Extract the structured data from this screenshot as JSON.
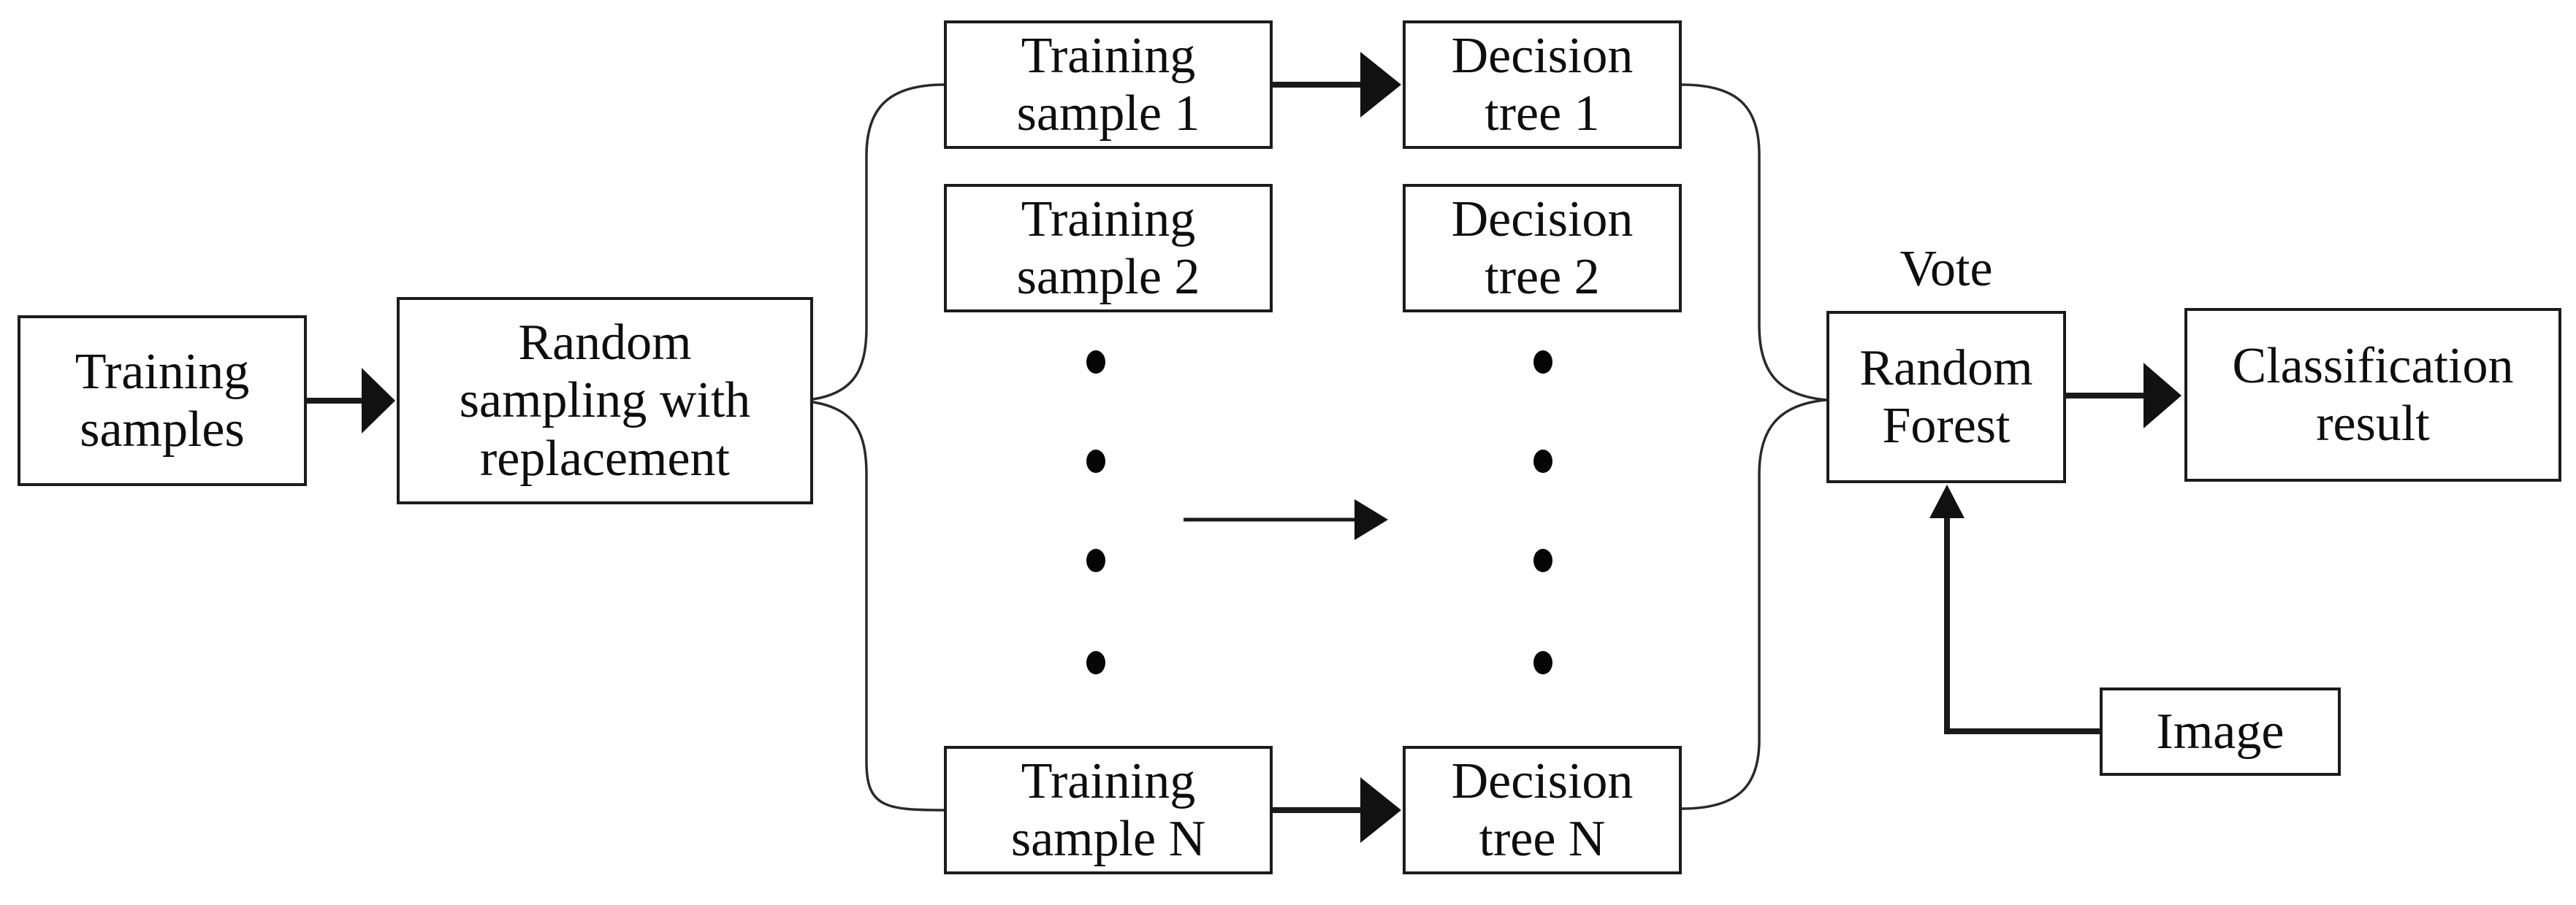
{
  "diagram": {
    "nodes": {
      "training_samples": "Training\nsamples",
      "random_sampling": "Random\nsampling with\nreplacement",
      "training_sample_1": "Training\nsample 1",
      "training_sample_2": "Training\nsample 2",
      "training_sample_n": "Training\nsample N",
      "decision_tree_1": "Decision\ntree 1",
      "decision_tree_2": "Decision\ntree 2",
      "decision_tree_n": "Decision\ntree N",
      "random_forest": "Random\nForest",
      "classification_result": "Classification\nresult",
      "image": "Image"
    },
    "labels": {
      "vote": "Vote"
    },
    "colors": {
      "ink": "#1a1a1a",
      "background": "#ffffff"
    }
  }
}
